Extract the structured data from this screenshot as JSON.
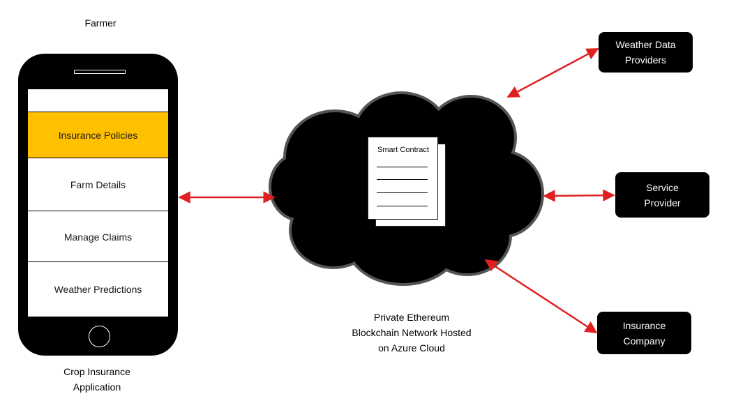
{
  "phone": {
    "owner_label": "Farmer",
    "app_label_line1": "Crop Insurance",
    "app_label_line2": "Application",
    "menu": [
      {
        "label": "Insurance Policies",
        "active": true
      },
      {
        "label": "Farm Details",
        "active": false
      },
      {
        "label": "Manage Claims",
        "active": false
      },
      {
        "label": "Weather Predictions",
        "active": false
      }
    ]
  },
  "cloud": {
    "contract_title": "Smart Contract",
    "caption_line1": "Private Ethereum",
    "caption_line2": "Blockchain Network Hosted",
    "caption_line3": "on Azure Cloud"
  },
  "entities": {
    "weather": "Weather Data\nProviders",
    "service": "Service\nProvider",
    "insurance": "Insurance\nCompany"
  },
  "colors": {
    "arrow": "#e02020",
    "highlight": "#ffc000",
    "cloud_fill": "#000000",
    "cloud_outline": "#555555"
  }
}
